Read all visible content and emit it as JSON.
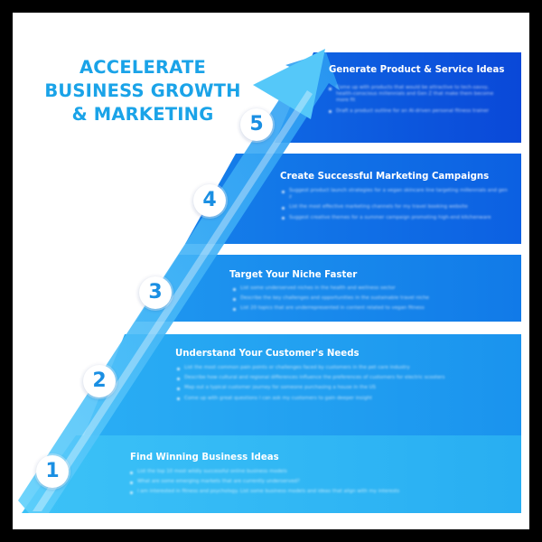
{
  "title_lines": [
    "ACCELERATE",
    "BUSINESS GROWTH",
    "& MARKETING"
  ],
  "colors": {
    "title": "#1aa3e8",
    "step1": "#2fb6f4",
    "step2": "#1e9cf0",
    "step3": "#1583ea",
    "step4": "#0f6ae4",
    "step5": "#0b52dc",
    "badge_text": "#1a8fe3"
  },
  "steps": [
    {
      "number": "1",
      "title": "Find Winning Business Ideas",
      "bullets": [
        "List the top 10 most wildly successful online business models",
        "What are some emerging markets that are currently underserved?",
        "I am interested in fitness and psychology. List some business models and ideas that align with my interests"
      ]
    },
    {
      "number": "2",
      "title": "Understand Your Customer's Needs",
      "bullets": [
        "List the most common pain points or challenges faced by customers in the pet care industry",
        "Describe how cultural and regional differences influence the preferences of customers for electric scooters",
        "Map out a typical customer journey for someone purchasing a house in the US",
        "Come up with great questions I can ask my customers to gain deeper insight"
      ]
    },
    {
      "number": "3",
      "title": "Target Your Niche Faster",
      "bullets": [
        "List some underserved niches in the health and wellness sector",
        "Describe the key challenges and opportunities in the sustainable travel niche",
        "List 20 topics that are underrepresented in content related to vegan fitness"
      ]
    },
    {
      "number": "4",
      "title": "Create Successful Marketing Campaigns",
      "bullets": [
        "Suggest product launch strategies for a vegan skincare line targeting millennials and gen z",
        "List the most effective marketing channels for my travel booking website",
        "Suggest creative themes for a summer campaign promoting high-end kitchenware"
      ]
    },
    {
      "number": "5",
      "title": "Generate Product & Service Ideas",
      "bullets": [
        "Come up with products that would be attractive to tech-savvy, health-conscious millennials and Gen Z that make them become more fit",
        "Draft a product outline for an AI-driven personal fitness trainer"
      ]
    }
  ]
}
